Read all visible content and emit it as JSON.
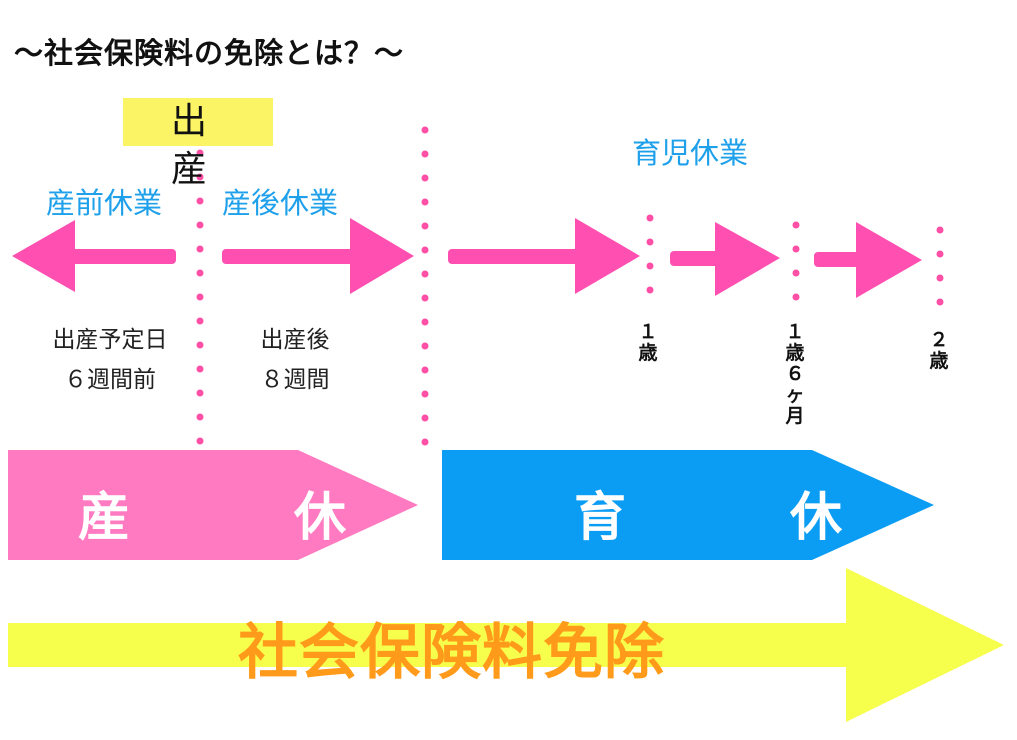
{
  "title": "〜社会保険料の免除とは？〜",
  "birth_label": "出　産",
  "prenatal_leave": "産前休業",
  "postnatal_leave": "産後休業",
  "childcare_leave": "育児休業",
  "prenatal_note": [
    "出産予定日",
    "６週間前"
  ],
  "postnatal_note": [
    "出産後",
    "８週間"
  ],
  "ages": {
    "age1": [
      "１",
      "歳"
    ],
    "age1_6": [
      "１",
      "歳",
      "６",
      "ヶ",
      "月"
    ],
    "age2": [
      "２",
      "歳"
    ]
  },
  "maternity_block": "産　休",
  "childcare_block": "育　休",
  "exemption_label": "社会保険料免除",
  "colors": {
    "pink": "#ff69b4",
    "maternity": "#ff7ac0",
    "childcare": "#0b9cf4",
    "highlight": "#fbf565",
    "exemption_arrow": "#f7ff4d",
    "exemption_text": "#ff9a1a",
    "leave_text": "#1ea0ea"
  }
}
